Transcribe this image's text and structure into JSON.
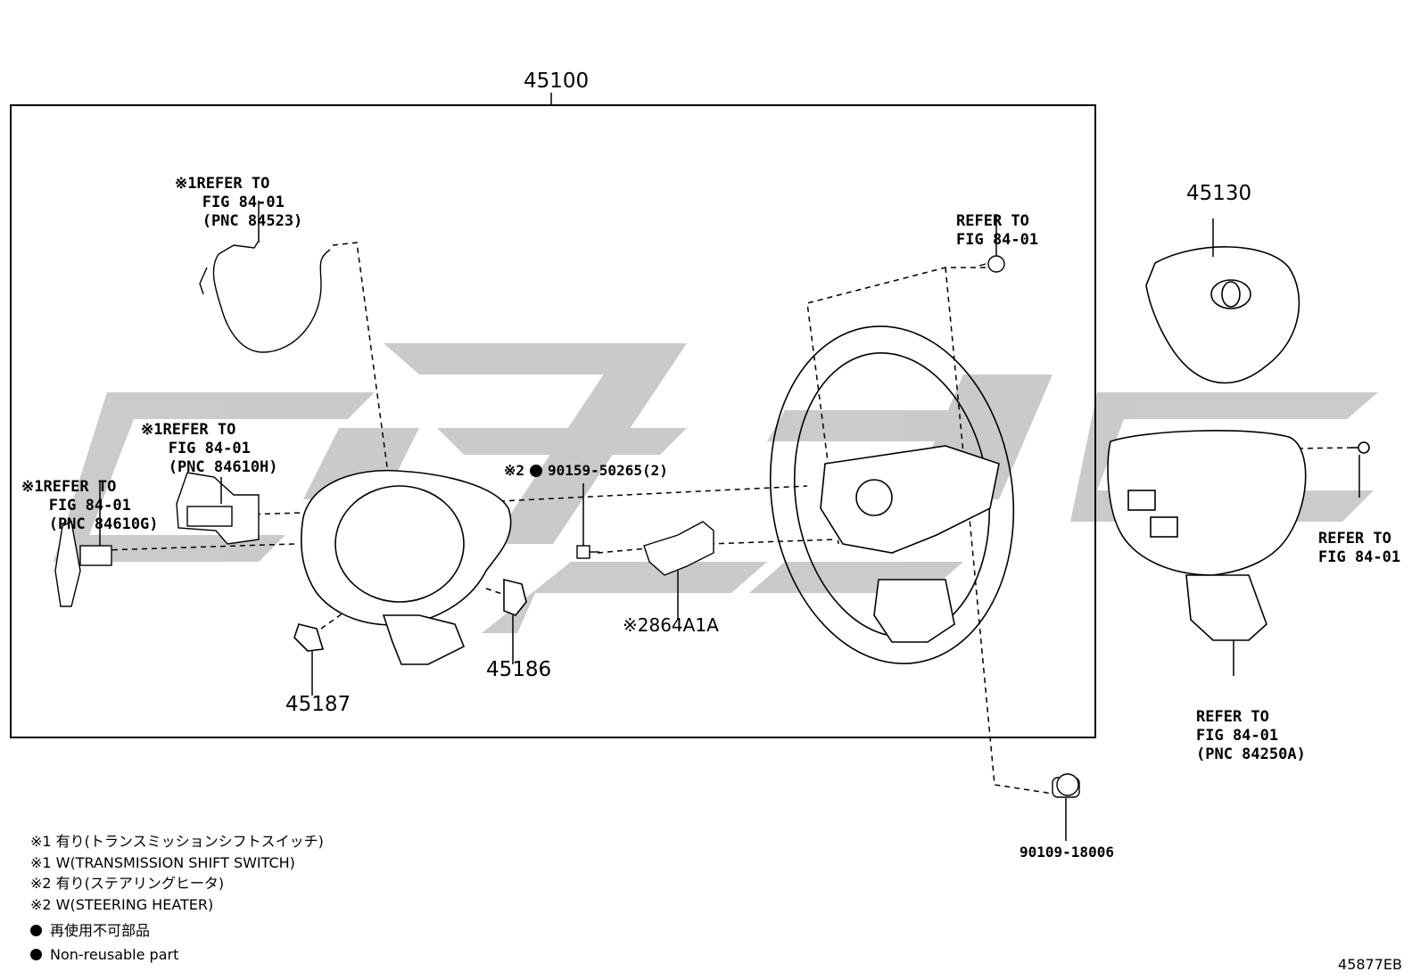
{
  "diagram": {
    "assembly_number": "45100",
    "figure_id": "45877EB",
    "callouts": {
      "wire_ref": [
        "※1REFER TO",
        "   FIG 84-01",
        "   (PNC 84523)"
      ],
      "switch_h_ref": [
        "※1REFER TO",
        "   FIG 84-01",
        "   (PNC 84610H)"
      ],
      "switch_g_ref": [
        "※1REFER TO",
        "   FIG 84-01",
        "   (PNC 84610G)"
      ],
      "horn_ref": [
        "REFER TO",
        "FIG 84-01"
      ],
      "switch_right_ref": [
        "REFER TO",
        "FIG 84-01"
      ],
      "lower_cover_ref": [
        "REFER TO",
        "FIG 84-01",
        "(PNC 84250A)"
      ]
    },
    "part_numbers": {
      "airbag": "45130",
      "cover_lower": "45187",
      "cover_small": "45186",
      "heater": "※2864A1A",
      "screw": "※2",
      "screw_num": "90159-50265(2)",
      "nut": "90109-18006"
    },
    "legend": [
      "※1 有り(トランスミッションシフトスイッチ)",
      "※1 W(TRANSMISSION SHIFT SWITCH)",
      "※2 有り(ステアリングヒータ)",
      "※2 W(STEERING HEATER)"
    ],
    "legend_marks": [
      "再使用不可部品",
      "Non-reusable part"
    ]
  }
}
